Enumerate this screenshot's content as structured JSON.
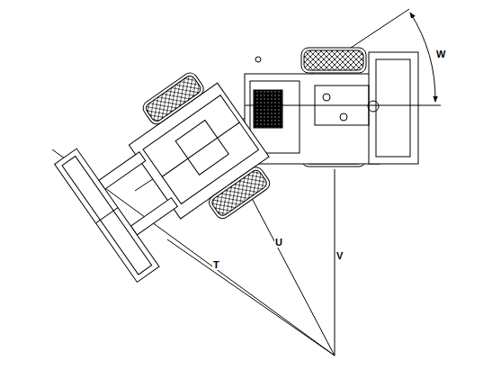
{
  "diagram": {
    "labels": [
      "T",
      "U",
      "V",
      "W"
    ]
  }
}
